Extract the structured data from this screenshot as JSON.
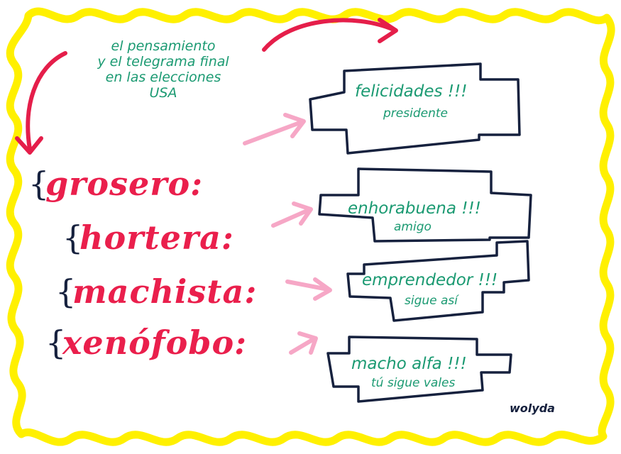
{
  "intro_lines": [
    "el pensamiento",
    "y el telegrama final",
    "en las elecciones",
    "USA"
  ],
  "traits": [
    "grosero",
    "hortera",
    "machista",
    "xenófobo"
  ],
  "trait_colon": ":",
  "telegrams": [
    {
      "main": "felicidades !!!",
      "sub": "presidente"
    },
    {
      "main": "enhorabuena !!!",
      "sub": "amigo"
    },
    {
      "main": "emprendedor !!!",
      "sub": "sigue así"
    },
    {
      "main": "macho alfa !!!",
      "sub": "tú sigue vales"
    }
  ],
  "signature": "wolyda",
  "colors": {
    "frame_yellow": "#fff000",
    "arrow_red": "#e51e4a",
    "arrow_pink": "#f6a7c6",
    "text_green": "#1b9a72",
    "trait_red": "#ea1f4c",
    "ink_navy": "#16213e",
    "background": "#ffffff"
  }
}
